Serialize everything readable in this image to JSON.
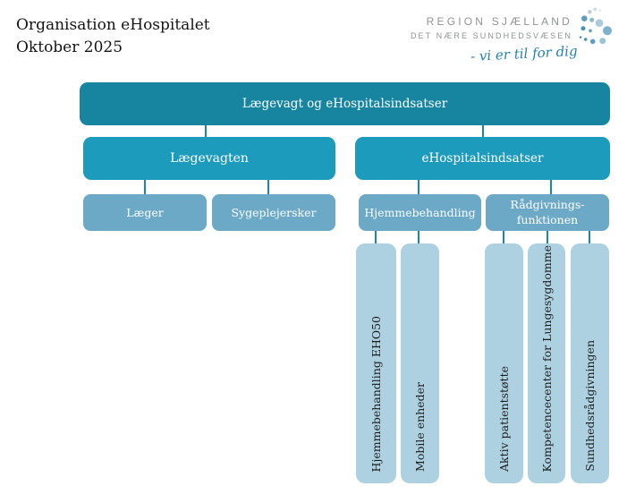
{
  "title": {
    "line1": "Organisation eHospitalet",
    "line2": "Oktober 2025"
  },
  "logo": {
    "line1": "REGION SJÆLLAND",
    "line2": "DET NÆRE SUNDHEDSVÆSEN",
    "tagline": "- vi er til for dig",
    "mark_icon": "logo-dots-icon"
  },
  "org": {
    "root": "Lægevagt og eHospitalsindsatser",
    "laegevagten": "Lægevagten",
    "ehospitalsindsatser": "eHospitalsindsatser",
    "laeger": "Læger",
    "sygeplejersker": "Sygeplejersker",
    "hjemmebehandling": "Hjemmebehandling",
    "raadgivningsfunktionen": "Rådgivnings-\nfunktionen",
    "columns": [
      "Hjemmebehandling EHO50",
      "Mobile enheder",
      "Aktiv patientstøtte",
      "Kompetencecenter for Lungesygdomme",
      "Sundhedsrådgivningen"
    ]
  },
  "colors": {
    "level1_box": "#17859f",
    "level2_box": "#1d9bbc",
    "level3_box": "#6ba9c7",
    "column_box": "#aed1e2",
    "connector": "#1a87a6",
    "logo_gray": "#8f9193",
    "tagline_teal": "#2582ab",
    "column_text": "#1c1c1c",
    "box_text": "#ffffff"
  }
}
